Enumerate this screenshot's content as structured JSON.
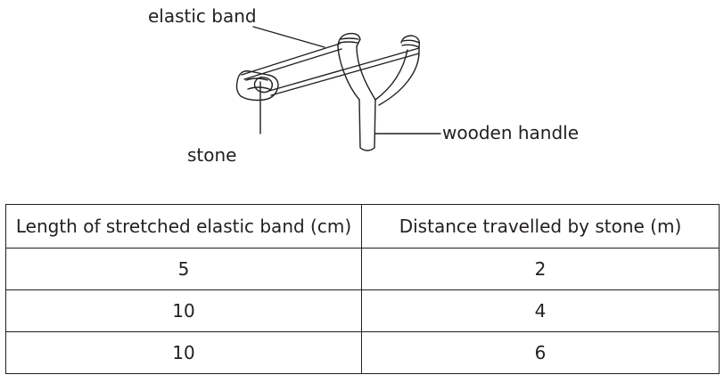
{
  "diagram": {
    "labels": {
      "elastic_band": "elastic band",
      "stone": "stone",
      "wooden_handle": "wooden handle"
    }
  },
  "table": {
    "headers": [
      "Length of stretched elastic band (cm)",
      "Distance travelled by stone (m)"
    ],
    "rows": [
      [
        "5",
        "2"
      ],
      [
        "10",
        "4"
      ],
      [
        "10",
        "6"
      ]
    ]
  },
  "colors": {
    "ink": "#231f20",
    "background": "#ffffff"
  }
}
